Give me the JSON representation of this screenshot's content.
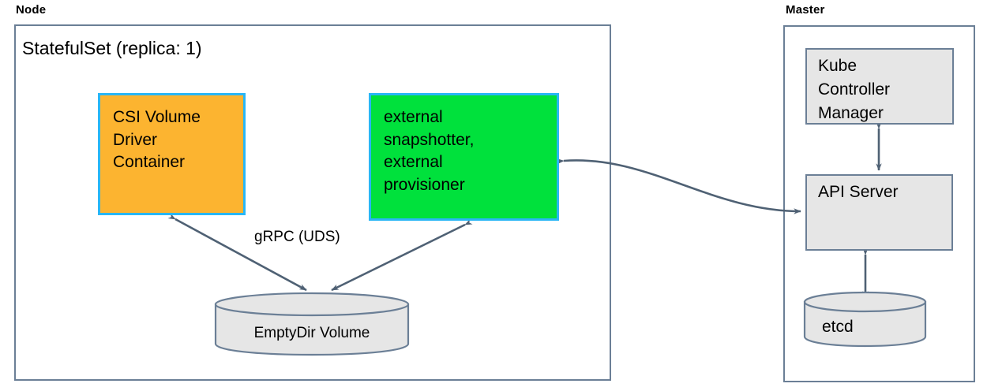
{
  "diagram": {
    "title_node": "Node",
    "title_master": "Master",
    "statefulset_label": "StatefulSet (replica: 1)",
    "edge_label_grpc": "gRPC (UDS)"
  },
  "node": {
    "boxes": [
      {
        "id": "csi-volume-driver-container",
        "lines": [
          "CSI Volume",
          "Driver",
          "Container"
        ],
        "fill": "#fcb430",
        "border": "#29b6f6"
      },
      {
        "id": "external-snapshotter-provisioner",
        "lines": [
          "external",
          "snapshotter,",
          "external",
          "provisioner"
        ],
        "fill": "#00e13c",
        "border": "#29b6f6"
      }
    ],
    "volume": {
      "id": "emptydir-volume",
      "label": "EmptyDir Volume",
      "fill": "#e6e6e6",
      "border": "#6b7f96"
    }
  },
  "master": {
    "boxes": [
      {
        "id": "kube-controller-manager",
        "lines": [
          "Kube",
          "Controller",
          "Manager"
        ],
        "fill": "#e6e6e6",
        "border": "#6b7f96"
      },
      {
        "id": "api-server",
        "label": "API Server",
        "fill": "#e6e6e6",
        "border": "#6b7f96"
      }
    ],
    "store": {
      "id": "etcd",
      "label": "etcd",
      "fill": "#e6e6e6",
      "border": "#6b7f96"
    }
  },
  "colors": {
    "group_border": "#6b7f96",
    "arrow": "#4f6174",
    "cyan_border": "#29b6f6",
    "orange_fill": "#fcb430",
    "green_fill": "#00e13c",
    "grey_fill": "#e6e6e6",
    "background": "#ffffff"
  },
  "connections": [
    {
      "id": "csi-to-emptydir",
      "from": "csi-volume-driver-container",
      "to": "emptydir-volume",
      "direction": "bidirectional",
      "label": "gRPC (UDS)"
    },
    {
      "id": "snapshotter-to-emptydir",
      "from": "external-snapshotter-provisioner",
      "to": "emptydir-volume",
      "direction": "bidirectional",
      "label": ""
    },
    {
      "id": "snapshotter-to-apiserver",
      "from": "external-snapshotter-provisioner",
      "to": "api-server",
      "direction": "bidirectional",
      "label": ""
    },
    {
      "id": "kcm-to-apiserver",
      "from": "kube-controller-manager",
      "to": "api-server",
      "direction": "bidirectional",
      "label": ""
    },
    {
      "id": "apiserver-to-etcd",
      "from": "api-server",
      "to": "etcd",
      "direction": "bidirectional",
      "label": ""
    }
  ]
}
